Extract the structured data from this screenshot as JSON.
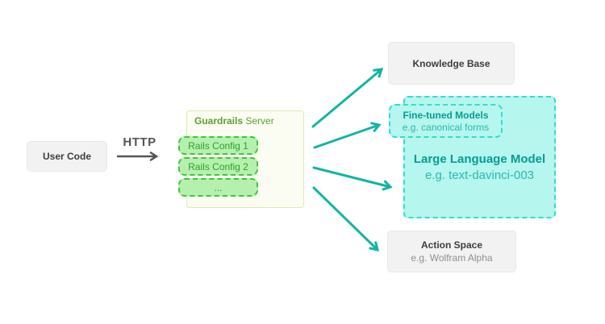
{
  "diagram": {
    "user_code": {
      "label": "User Code"
    },
    "http": {
      "label": "HTTP"
    },
    "guardrails_server": {
      "title_bold": "Guardrails",
      "title_rest": " Server",
      "configs": [
        "Rails Config 1",
        "Rails Config 2",
        "..."
      ]
    },
    "knowledge_base": {
      "label": "Knowledge Base"
    },
    "fine_tuned_models": {
      "title": "Fine-tuned Models",
      "subtitle": "e.g. canonical forms"
    },
    "large_language_model": {
      "title": "Large Language Model",
      "subtitle": "e.g. text-davinci-003"
    },
    "action_space": {
      "title": "Action Space",
      "subtitle": "e.g. Wolfram Alpha"
    }
  },
  "colors": {
    "teal_arrow": "#12b5a3",
    "teal_fill": "#b5f6ef",
    "teal_border": "#36dccd",
    "teal_text": "#089d91",
    "teal_subtext": "#2cb9ac",
    "green_fill": "#b6f0ae",
    "green_border": "#41c341",
    "green_text": "#2aa32a",
    "olive_text": "#5f9e33",
    "server_fill": "#fbfdf2",
    "server_border": "#dcecb0",
    "gray_fill": "#f2f2f2",
    "gray_border": "#e9e9e9",
    "dark_text": "#3d3d3d",
    "muted_text": "#8f8f8f",
    "http_arrow": "#555555"
  }
}
